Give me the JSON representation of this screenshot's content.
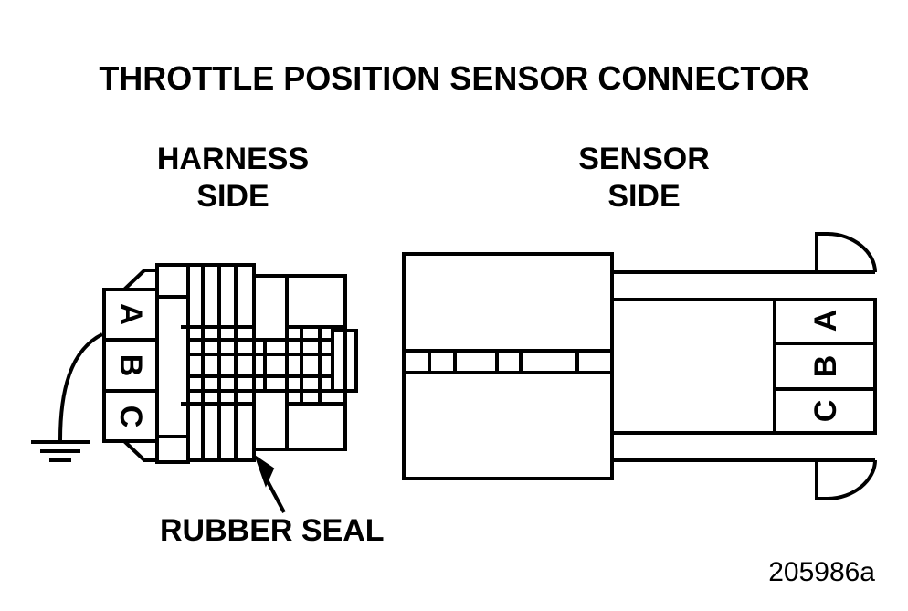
{
  "title": "THROTTLE POSITION SENSOR CONNECTOR",
  "harness_side": {
    "line1": "HARNESS",
    "line2": "SIDE"
  },
  "sensor_side": {
    "line1": "SENSOR",
    "line2": "SIDE"
  },
  "rubber_seal_label": "RUBBER SEAL",
  "figure_id": "205986a",
  "harness_pins": [
    "A",
    "B",
    "C"
  ],
  "sensor_pins": [
    "A",
    "B",
    "C"
  ],
  "icons": [
    "ground-symbol-icon",
    "leader-arrow-icon"
  ],
  "colors": {
    "ink": "#000000",
    "background": "#ffffff"
  }
}
